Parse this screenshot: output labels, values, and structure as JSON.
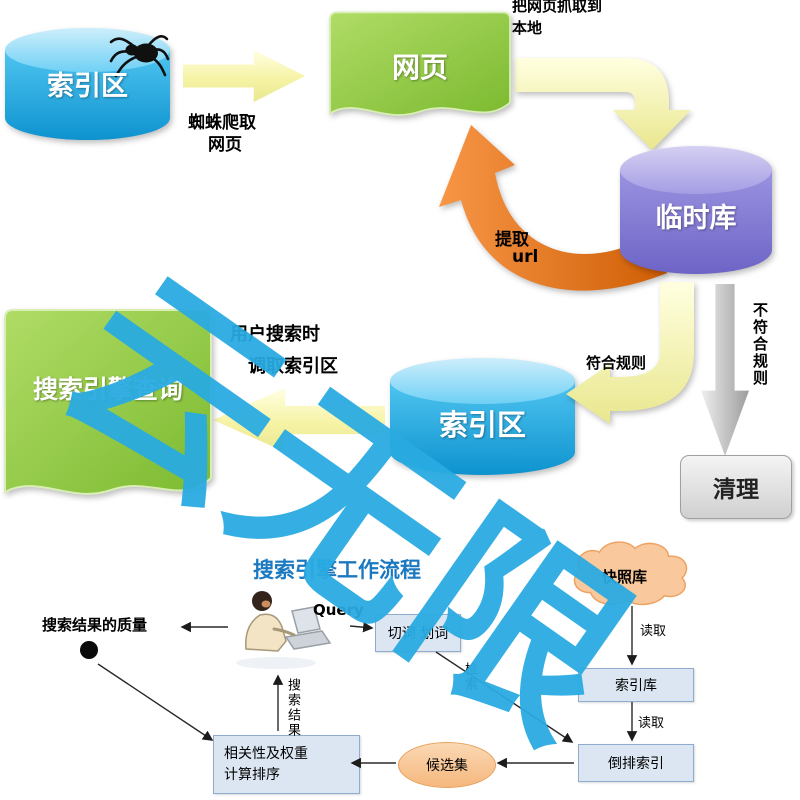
{
  "colors": {
    "cyan": "#18a9e2",
    "green": "#8dc63f",
    "purple": "#8b84d7",
    "paleyellow": "#f5f2a3",
    "orange": "#e36c09",
    "grayarrow": "#a8a8a8",
    "boxblue": "#dce6f2",
    "boxborder": "#8faccc",
    "salmon": "#f9c89c",
    "salmonborder": "#e8a25e",
    "watermark": "#29abe2",
    "titleblue": "#1b79c0"
  },
  "watermark": {
    "text": "云无限"
  },
  "top": {
    "db1_label": "索引区",
    "crawl_l1": "蜘蛛爬取",
    "crawl_l2": "网页",
    "webpage_label": "网页",
    "fetch_l1": "把网页抓取到",
    "fetch_l2": "本地",
    "temp_db_label": "临时库",
    "extract_l1": "提取",
    "extract_l2": "url",
    "rule_match": "符合规则",
    "rule_not_match": "不符合规则",
    "clean_label": "清理",
    "db2_label": "索引区",
    "query_l1": "用户搜索时",
    "query_l2": "调取索引区",
    "query_doc_label": "搜索引擎查询"
  },
  "bottom": {
    "title": "搜索引擎工作流程",
    "query_label": "Query",
    "segment_box": "切词 划词",
    "snapshot": "快照库",
    "read1": "读取",
    "read2": "读取",
    "index_box": "索引库",
    "inverted_box": "倒排索引",
    "candidate": "候选集",
    "rank_l1": "相关性及权重",
    "rank_l2": "计算排序",
    "result_label": "搜索结果",
    "retrieve_label": "检索",
    "quality_note": "搜索结果的质量"
  }
}
